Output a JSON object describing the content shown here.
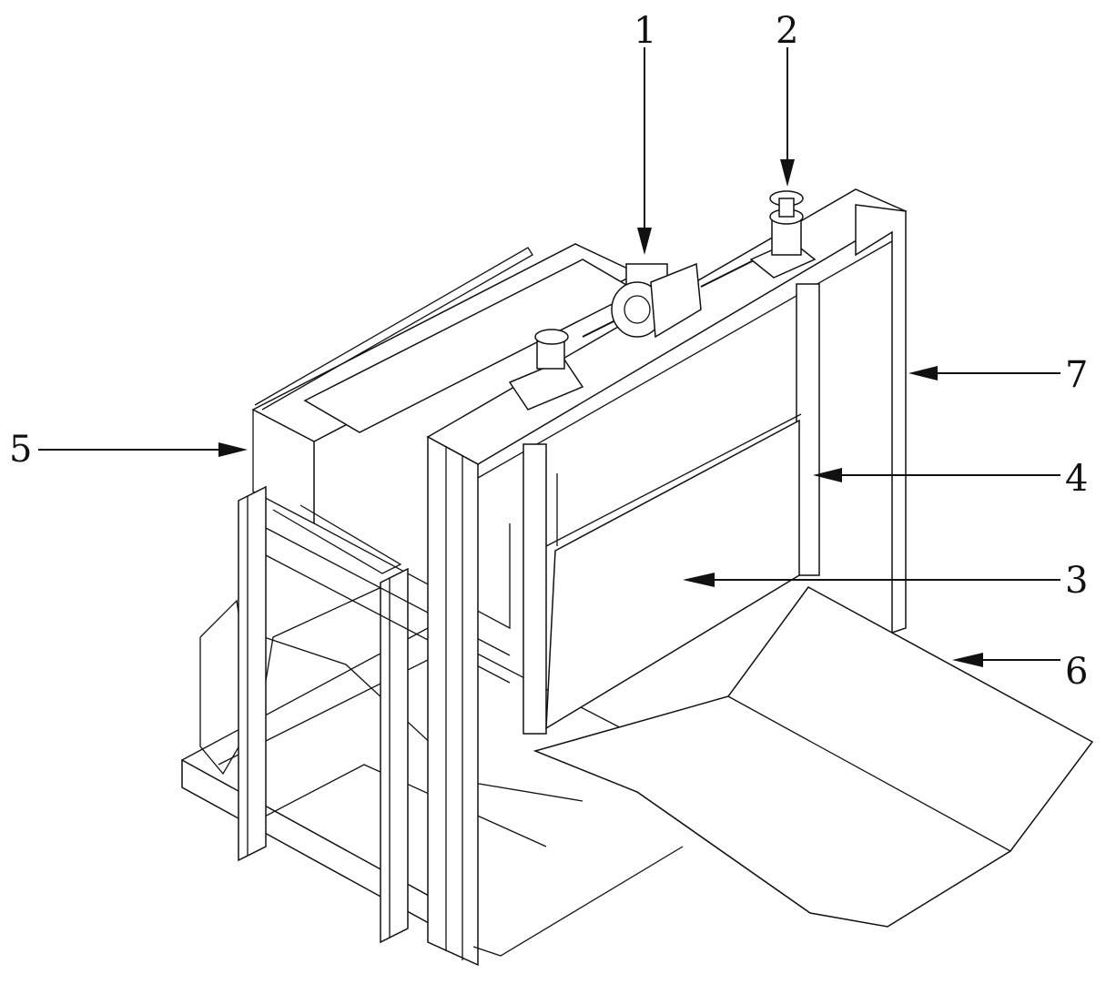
{
  "figure": {
    "labels": [
      {
        "id": "1",
        "text": "1"
      },
      {
        "id": "2",
        "text": "2"
      },
      {
        "id": "3",
        "text": "3"
      },
      {
        "id": "4",
        "text": "4"
      },
      {
        "id": "5",
        "text": "5"
      },
      {
        "id": "6",
        "text": "6"
      },
      {
        "id": "7",
        "text": "7"
      }
    ]
  }
}
